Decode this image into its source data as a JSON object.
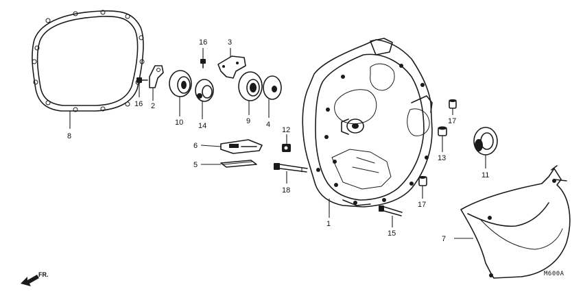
{
  "diagram": {
    "callouts": {
      "c1": "1",
      "c2": "2",
      "c3": "3",
      "c4": "4",
      "c5": "5",
      "c6": "6",
      "c7": "7",
      "c8": "8",
      "c9": "9",
      "c10": "10",
      "c11": "11",
      "c12": "12",
      "c13": "13",
      "c14": "14",
      "c15": "15",
      "c16a": "16",
      "c16b": "16",
      "c17a": "17",
      "c17b": "17",
      "c18": "18"
    },
    "direction_label": "FR.",
    "drawing_code": "M600A"
  }
}
